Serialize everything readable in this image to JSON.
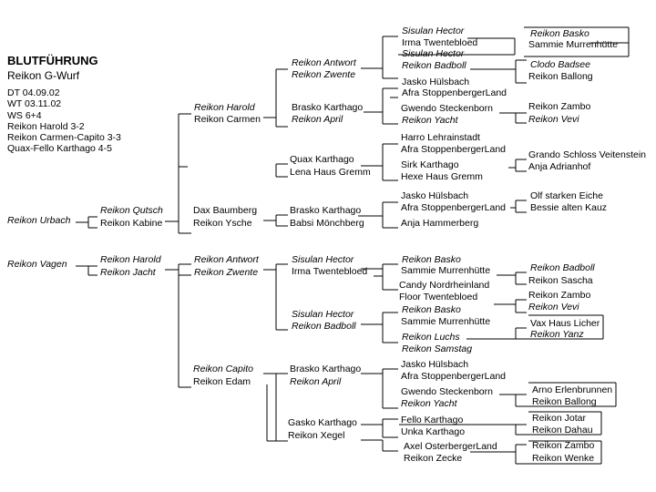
{
  "header": {
    "title": "BLUTFÜHRUNG",
    "subtitle": "Reikon G-Wurf",
    "info": [
      "DT 04.09.02",
      "WT 03.11.02",
      "WS 6+4",
      "Reikon Harold 3-2",
      "Reikon Carmen-Capito 3-3",
      "Quax-Fello Karthago 4-5"
    ]
  },
  "litters": [
    {
      "sire": {
        "name": "Reikon Urbach",
        "italic": true,
        "parents": [
          {
            "name": "Reikon Qutsch",
            "italic": true
          },
          {
            "name": "Reikon Kabine",
            "italic": false,
            "parents": [
              {
                "name": "Reikon Harold",
                "italic": true,
                "parents": [
                  {
                    "name": "Reikon Antwort",
                    "italic": true,
                    "parents": [
                      {
                        "name": "Sisulan Hector",
                        "italic": true,
                        "parents": [
                          {
                            "name": "Reikon Basko",
                            "italic": true
                          },
                          {
                            "name": "Sammie Murrenhütte",
                            "italic": false
                          }
                        ]
                      },
                      {
                        "name": "Irma Twentebloed",
                        "italic": false
                      }
                    ]
                  },
                  {
                    "name": "Reikon Zwente",
                    "italic": true,
                    "parents": [
                      {
                        "name": "Sisulan Hector",
                        "italic": true
                      },
                      {
                        "name": "Reikon Badboll",
                        "italic": true,
                        "parents": [
                          {
                            "name": "Clodo Badsee",
                            "italic": true
                          },
                          {
                            "name": "Reikon Ballong",
                            "italic": false
                          }
                        ]
                      }
                    ]
                  }
                ]
              },
              {
                "name": "Reikon Carmen",
                "italic": false,
                "parents": [
                  {
                    "name": "Brasko Karthago",
                    "italic": false,
                    "parents": [
                      {
                        "name": "Jasko Hülsbach",
                        "italic": false
                      },
                      {
                        "name": "Afra StoppenbergerLand",
                        "italic": false
                      }
                    ]
                  },
                  {
                    "name": "Reikon April",
                    "italic": true,
                    "parents": [
                      {
                        "name": "Gwendo Steckenborn",
                        "italic": false
                      },
                      {
                        "name": "Reikon Yacht",
                        "italic": true,
                        "parents": [
                          {
                            "name": "Reikon Zambo",
                            "italic": false
                          },
                          {
                            "name": "Reikon Vevi",
                            "italic": true
                          }
                        ]
                      }
                    ]
                  }
                ]
              },
              {
                "name": "Quax Karthago",
                "italic": false,
                "parents": [
                  {
                    "name": "Harro Lehrainstadt",
                    "italic": false
                  },
                  {
                    "name": "Afra StoppenbergerLand",
                    "italic": false
                  },
                  {
                    "name": "Sirk Karthago",
                    "italic": false,
                    "parents": [
                      {
                        "name": "Grando Schloss Veitenstein",
                        "italic": false
                      },
                      {
                        "name": "Anja Adrianhof",
                        "italic": false
                      }
                    ]
                  },
                  {
                    "name": "Hexe Haus Gremm",
                    "italic": false
                  }
                ]
              },
              {
                "name": "Lena Haus Gremm",
                "italic": false
              },
              {
                "name": "Dax Baumberg",
                "italic": false,
                "parents": [
                  {
                    "name": "Brasko Karthago",
                    "italic": false,
                    "parents": [
                      {
                        "name": "Jasko Hülsbach",
                        "italic": false
                      },
                      {
                        "name": "Afra StoppenbergerLand",
                        "italic": false,
                        "parents": [
                          {
                            "name": "Olf starken Eiche",
                            "italic": false
                          },
                          {
                            "name": "Bessie alten Kauz",
                            "italic": false
                          }
                        ]
                      }
                    ]
                  },
                  {
                    "name": "Babsi Mönchberg",
                    "italic": false,
                    "parents": [
                      {
                        "name": "Anja Hammerberg",
                        "italic": false
                      }
                    ]
                  }
                ]
              },
              {
                "name": "Reikon Ysche",
                "italic": false
              }
            ]
          }
        ]
      }
    },
    {
      "sire": {
        "name": "Reikon Vagen",
        "italic": true,
        "parents": [
          {
            "name": "Reikon Harold",
            "italic": true,
            "parents": [
              {
                "name": "Reikon Antwort",
                "italic": true,
                "parents": [
                  {
                    "name": "Sisulan Hector",
                    "italic": true,
                    "parents": [
                      {
                        "name": "Reikon Basko",
                        "italic": true
                      },
                      {
                        "name": "Sammie Murrenhütte",
                        "italic": false
                      }
                    ]
                  },
                  {
                    "name": "Irma Twentebloed",
                    "italic": false,
                    "parents": [
                      {
                        "name": "Candy Nordrheinland",
                        "italic": false
                      },
                      {
                        "name": "Floor Twentebloed",
                        "italic": false
                      }
                    ]
                  }
                ]
              },
              {
                "name": "Reikon Zwente",
                "italic": true,
                "parents": [
                  {
                    "name": "Sisulan Hector",
                    "italic": true,
                    "parents": [
                      {
                        "name": "Reikon Basko",
                        "italic": true
                      },
                      {
                        "name": "Sammie Murrenhütte",
                        "italic": false
                      }
                    ]
                  },
                  {
                    "name": "Reikon Badboll",
                    "italic": true,
                    "parents": [
                      {
                        "name": "Reikon Luchs",
                        "italic": true
                      },
                      {
                        "name": "Reikon Samstag",
                        "italic": true
                      }
                    ]
                  }
                ]
              }
            ]
          },
          {
            "name": "Reikon Jacht",
            "italic": true,
            "parents": [
              {
                "name": "Reikon Capito",
                "italic": true,
                "parents": [
                  {
                    "name": "Brasko Karthago",
                    "italic": false,
                    "parents": [
                      {
                        "name": "Jasko Hülsbach",
                        "italic": false
                      },
                      {
                        "name": "Afra StoppenbergerLand",
                        "italic": false
                      }
                    ]
                  },
                  {
                    "name": "Reikon April",
                    "italic": true,
                    "parents": [
                      {
                        "name": "Gwendo Steckenborn",
                        "italic": false,
                        "parents": [
                          {
                            "name": "Arno Erlenbrunnen",
                            "italic": false
                          },
                          {
                            "name": "Reikon Ballong",
                            "italic": false
                          }
                        ]
                      },
                      {
                        "name": "Reikon Yacht",
                        "italic": true
                      }
                    ]
                  }
                ]
              },
              {
                "name": "Reikon Edam",
                "italic": false,
                "parents": [
                  {
                    "name": "Gasko Karthago",
                    "italic": false,
                    "parents": [
                      {
                        "name": "Fello Karthago",
                        "italic": false,
                        "parents": [
                          {
                            "name": "Reikon Jotar",
                            "italic": false
                          },
                          {
                            "name": "Reikon Dahau",
                            "italic": false
                          }
                        ]
                      },
                      {
                        "name": "Unka Karthago",
                        "italic": false
                      }
                    ]
                  },
                  {
                    "name": "Reikon Xegel",
                    "italic": false,
                    "parents": [
                      {
                        "name": "Axel OsterbergerLand",
                        "italic": false
                      },
                      {
                        "name": "Reikon Zecke",
                        "italic": false,
                        "parents": [
                          {
                            "name": "Reikon Zambo",
                            "italic": false
                          },
                          {
                            "name": "Reikon Wenke",
                            "italic": false
                          }
                        ]
                      }
                    ]
                  }
                ]
              }
            ]
          }
        ]
      }
    }
  ],
  "extra_sires": [
    {
      "name": "Reikon Badboll",
      "italic": true
    },
    {
      "name": "Reikon Sascha",
      "italic": false
    },
    {
      "name": "Reikon Zambo",
      "italic": false
    },
    {
      "name": "Reikon Vevi",
      "italic": true
    },
    {
      "name": "Vax Haus Licher",
      "italic": false
    },
    {
      "name": "Reikon Yanz",
      "italic": true
    }
  ]
}
